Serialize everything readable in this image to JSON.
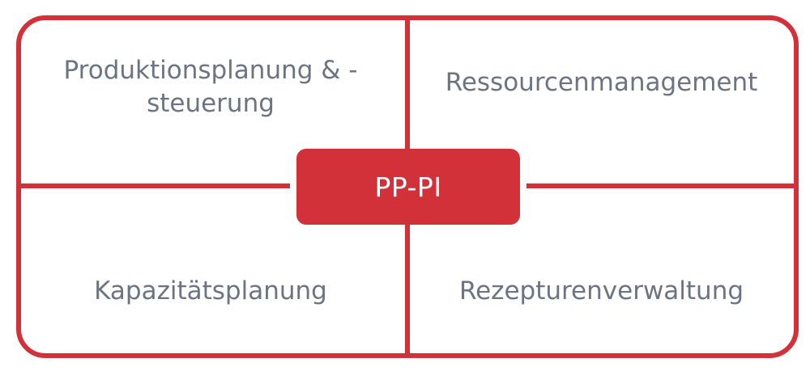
{
  "diagram": {
    "center_label": "PP-PI",
    "quadrants": {
      "top_left_line1": "Produktionsplanung & -",
      "top_left_line2": "steuerung",
      "top_right": "Ressourcenmanagement",
      "bottom_left": "Kapazitätsplanung",
      "bottom_right": "Rezepturenverwaltung"
    },
    "colors": {
      "accent": "#d3313a",
      "text": "#6b7480",
      "center_text": "#ffffff"
    }
  }
}
